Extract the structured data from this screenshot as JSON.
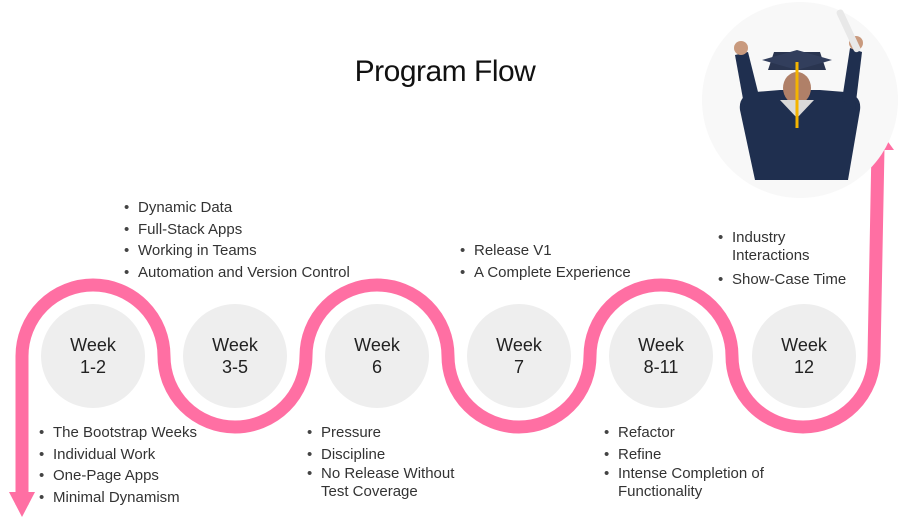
{
  "title": "Program Flow",
  "colors": {
    "path": "#ff6fa3",
    "circle": "#eeeeee",
    "text": "#333333"
  },
  "weeks": [
    {
      "line1": "Week",
      "line2": "1-2"
    },
    {
      "line1": "Week",
      "line2": "3-5"
    },
    {
      "line1": "Week",
      "line2": "6"
    },
    {
      "line1": "Week",
      "line2": "7"
    },
    {
      "line1": "Week",
      "line2": "8-11"
    },
    {
      "line1": "Week",
      "line2": "12"
    }
  ],
  "notes": {
    "week_1_2": [
      "The Bootstrap Weeks",
      "Individual Work",
      "One-Page Apps",
      "Minimal Dynamism"
    ],
    "week_3_5": [
      "Dynamic Data",
      "Full-Stack Apps",
      "Working in Teams",
      "Automation and Version Control"
    ],
    "week_6": [
      "Pressure",
      "Discipline",
      "No Release Without Test Coverage"
    ],
    "week_7": [
      "Release V1",
      "A Complete Experience"
    ],
    "week_8_11": [
      "Refactor",
      "Refine",
      "Intense Completion of Functionality"
    ],
    "week_12": [
      "Industry Interactions",
      "Show-Case Time"
    ]
  },
  "image": {
    "icon": "graduate-icon"
  }
}
